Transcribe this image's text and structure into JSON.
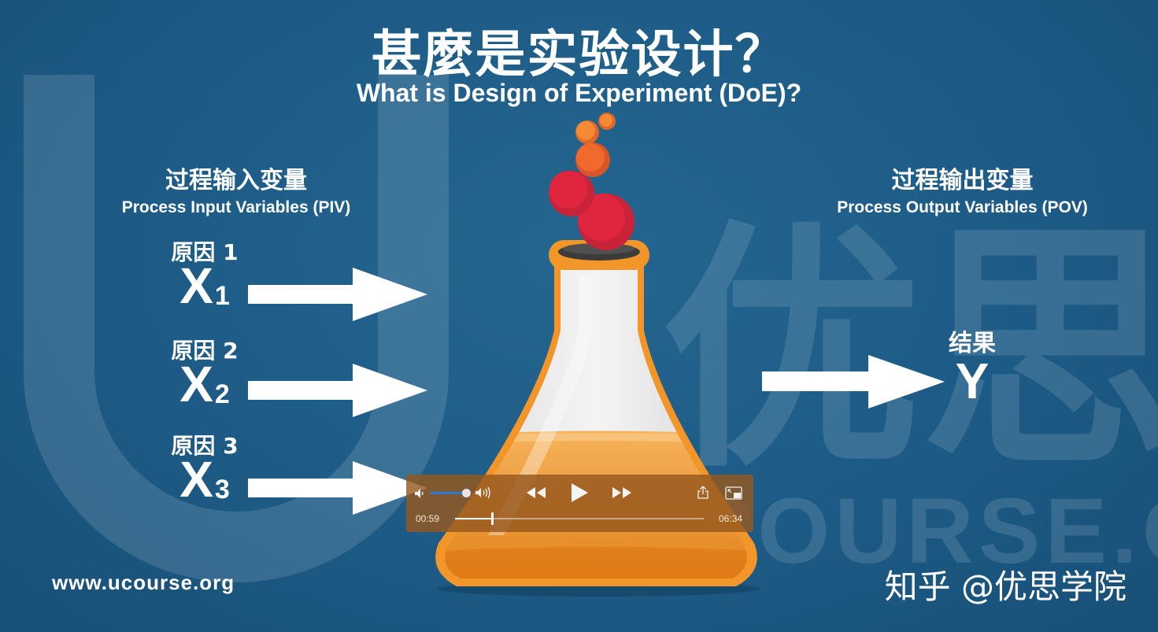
{
  "title": {
    "cn": "甚麼是实验设计？",
    "en": "What is Design of Experiment (DoE)?"
  },
  "inputs": {
    "heading_cn": "过程输入变量",
    "heading_en": "Process Input Variables (PIV)",
    "causes": [
      {
        "label": "原因 1",
        "var": "X",
        "sub": "1"
      },
      {
        "label": "原因 2",
        "var": "X",
        "sub": "2"
      },
      {
        "label": "原因 3",
        "var": "X",
        "sub": "3"
      }
    ]
  },
  "outputs": {
    "heading_cn": "过程输出变量",
    "heading_en": "Process Output Variables (POV)",
    "result_label": "结果",
    "result_var": "Y"
  },
  "watermark": {
    "glyphs": "优思",
    "text": "UCOURSE.OR"
  },
  "footer": {
    "website": "www.ucourse.org",
    "brand": "知乎 @优思学院"
  },
  "player": {
    "current_time": "00:59",
    "duration": "06:34",
    "progress": 0.15,
    "volume": 0.8,
    "icons": [
      "volume-low-icon",
      "volume-high-icon",
      "rewind-icon",
      "play-icon",
      "fast-forward-icon",
      "share-icon",
      "picture-in-picture-icon"
    ]
  },
  "colors": {
    "background": "#1d5b86",
    "flask_orange": "#f2962a",
    "bubble_red": "#e0253f",
    "bubble_orange": "#f2692e"
  }
}
